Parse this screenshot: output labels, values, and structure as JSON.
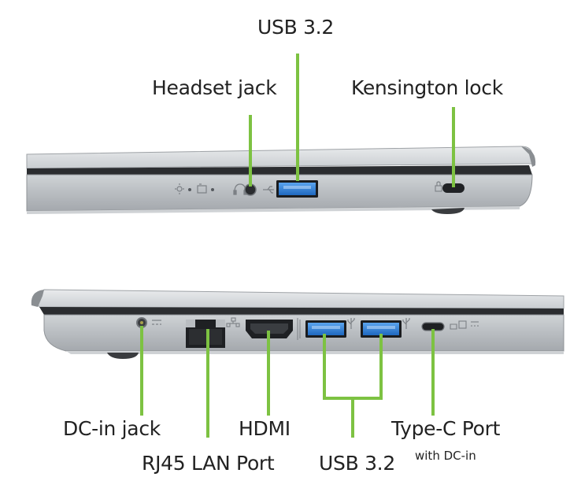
{
  "colors": {
    "callout_line": "#7dc242",
    "chassis_light": "#d9dcdf",
    "chassis_mid": "#aeb2b6",
    "chassis_dark": "#5f6368",
    "usb_port_blue": "#2e7fd6",
    "label_text": "#222222"
  },
  "top_view": {
    "labels": {
      "usb": "USB 3.2",
      "headset": "Headset jack",
      "kensington": "Kensington lock"
    },
    "icons": [
      "power-indicator-icon",
      "battery-indicator-icon",
      "headset-icon",
      "usb-symbol-icon",
      "kensington-lock-icon"
    ]
  },
  "bottom_view": {
    "labels": {
      "dc_in": "DC-in jack",
      "hdmi": "HDMI",
      "type_c": "Type-C Port",
      "type_c_sub": "with DC-in",
      "rj45": "RJ45 LAN Port",
      "usb": "USB 3.2"
    },
    "icons": [
      "dc-in-icon",
      "lan-network-icon",
      "hdmi-logo-icon",
      "usb-symbol-icon",
      "usb-symbol-icon",
      "displayport-icon",
      "power-delivery-icon"
    ]
  }
}
